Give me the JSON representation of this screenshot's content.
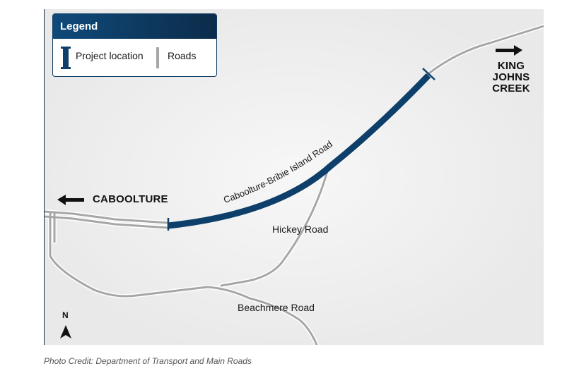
{
  "legend": {
    "title": "Legend",
    "project_location_label": "Project location",
    "roads_label": "Roads"
  },
  "places": {
    "caboolture": "CABOOLTURE",
    "king_johns_creek_line1": "KING JOHNS",
    "king_johns_creek_line2": "CREEK"
  },
  "roads": {
    "main_road": "Caboolture-Bribie Island Road",
    "hickey_road": "Hickey Road",
    "beachmere_road": "Beachmere Road"
  },
  "north_label": "N",
  "caption": "Photo Credit: Department of Transport and Main Roads",
  "colors": {
    "project": "#0e3f6b",
    "road_fill": "#a8a8a8",
    "road_edge": "#ffffff",
    "background": "#ececec"
  },
  "icons": [
    "arrow-left-icon",
    "arrow-right-icon",
    "north-arrow-icon"
  ]
}
